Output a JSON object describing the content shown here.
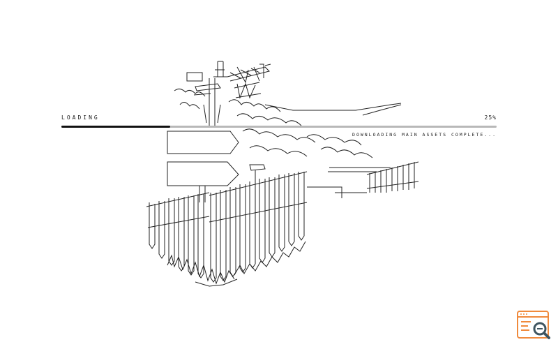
{
  "loader": {
    "label": "LOADING",
    "progress_text": "25%",
    "progress": 0.25,
    "status": "DOWNLOADING MAIN ASSETS COMPLETE..."
  },
  "colors": {
    "background": "#ffffff",
    "line_art": "#222222",
    "progress_fill": "#111111",
    "progress_track": "#b8b8b8",
    "badge_accent": "#f08a3c",
    "badge_magnifier": "#3f5560"
  },
  "icons": {
    "corner_badge": "search-icon"
  }
}
